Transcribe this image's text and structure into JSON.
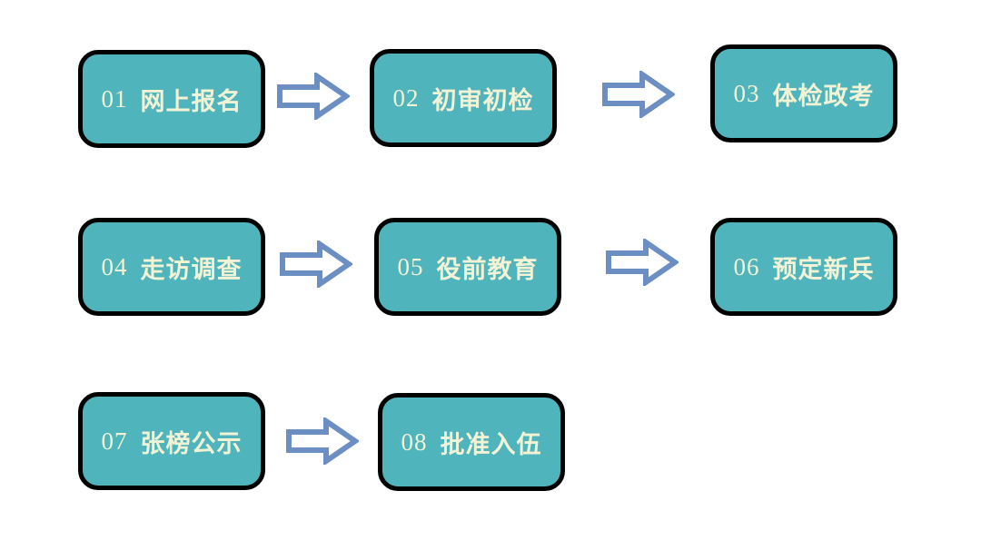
{
  "steps": [
    {
      "num": "01",
      "label": "网上报名"
    },
    {
      "num": "02",
      "label": "初审初检"
    },
    {
      "num": "03",
      "label": "体检政考"
    },
    {
      "num": "04",
      "label": "走访调查"
    },
    {
      "num": "05",
      "label": "役前教育"
    },
    {
      "num": "06",
      "label": "预定新兵"
    },
    {
      "num": "07",
      "label": "张榜公示"
    },
    {
      "num": "08",
      "label": "批准入伍"
    }
  ],
  "colors": {
    "box_fill": "#50b4bc",
    "box_border": "#000000",
    "text": "#f2f2d4",
    "arrow": "#6b8fc3"
  }
}
